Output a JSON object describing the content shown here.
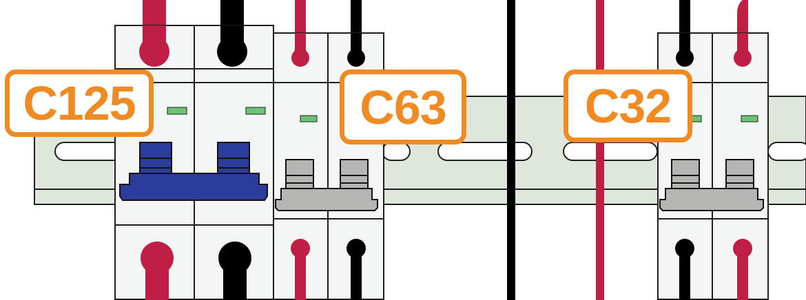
{
  "labels": {
    "breaker_c125": "C125",
    "breaker_c63": "C63",
    "breaker_c32": "C32"
  },
  "colors": {
    "live_wire": "#c01f45",
    "neutral_wire": "#000000",
    "din_rail": "#dfe6dc",
    "breaker_body": "#f4f6f5",
    "handle_blue": "#2b3c9c",
    "handle_grey": "#b5b5b3",
    "indicator": "#6cc470",
    "label_accent": "#f08a22"
  }
}
